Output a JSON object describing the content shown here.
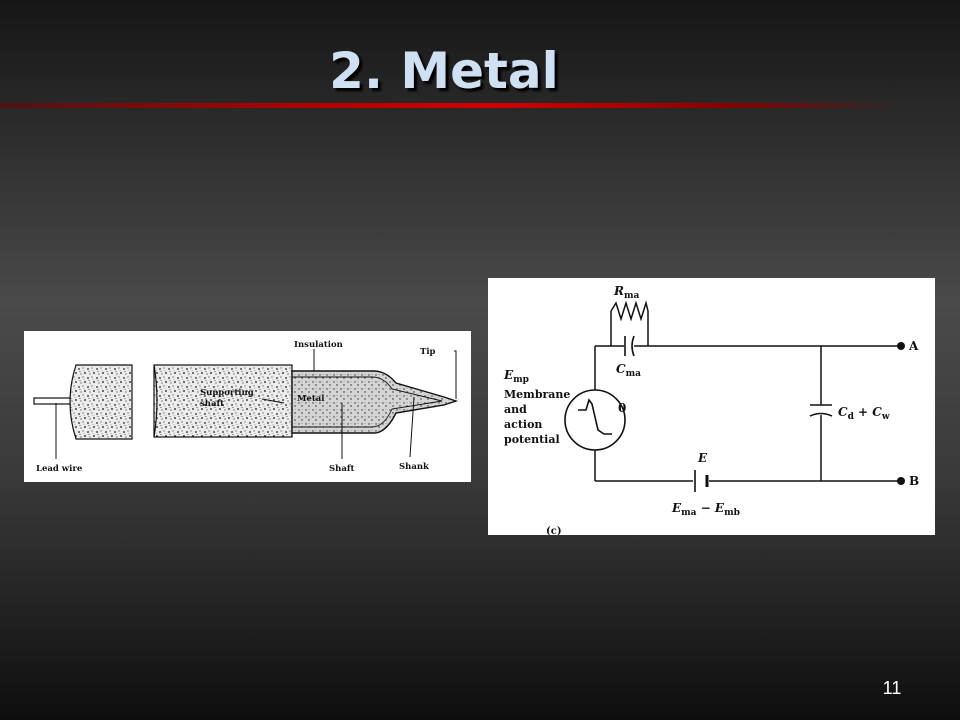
{
  "slide": {
    "title": "2. Metal",
    "page_number": "11"
  },
  "electrode_figure": {
    "labels": {
      "insulation": "Insulation",
      "tip": "Tip",
      "supporting_shaft_1": "Supporting",
      "supporting_shaft_2": "shaft",
      "metal": "Metal",
      "lead_wire": "Lead wire",
      "shaft": "Shaft",
      "shank": "Shank"
    }
  },
  "circuit_figure": {
    "labels": {
      "r_ma": "R",
      "r_ma_sub": "ma",
      "c_ma": "C",
      "c_ma_sub": "ma",
      "e_mp": "E",
      "e_mp_sub": "mp",
      "membrane_1": "Membrane",
      "membrane_2": "and",
      "membrane_3": "action",
      "membrane_4": "potential",
      "zero": "0",
      "cap_c": "C",
      "cap_d_sub": "d",
      "cap_plus": " + C",
      "cap_w_sub": "w",
      "terminal_a": "A",
      "terminal_b": "B",
      "battery_e": "E",
      "emf_left": "E",
      "emf_left_sub": "ma",
      "emf_minus": " − E",
      "emf_right_sub": "mb",
      "panel_tag": "(c)"
    }
  }
}
